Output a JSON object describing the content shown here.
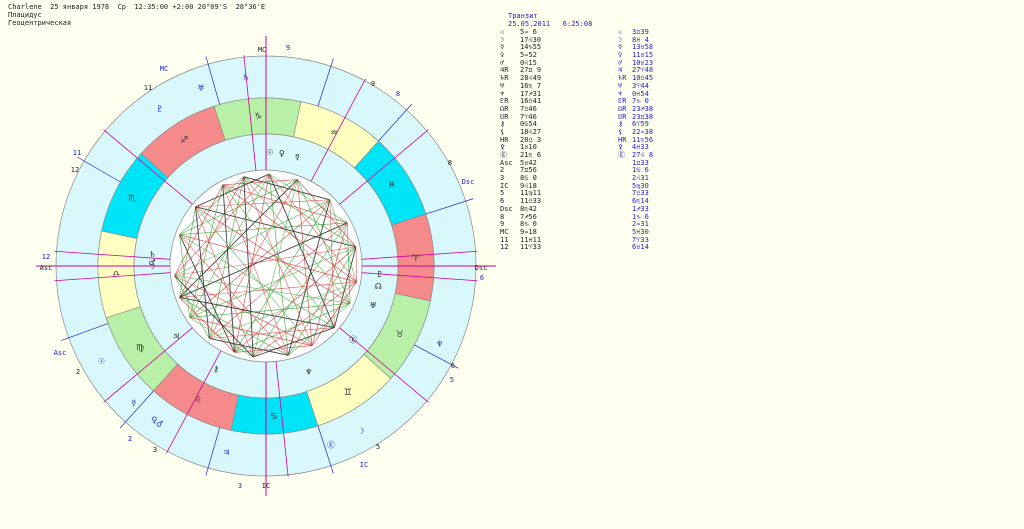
{
  "header": {
    "line1": "Charlene  25 января 1978  Ср  12:35:00 +2:00 20°09'S  28°36'E",
    "line2": "Плацидус",
    "line3": "Геоцентрическая"
  },
  "transit": {
    "title": "Транзит",
    "date": "25.05.2011   6:25:08"
  },
  "colors": {
    "fire": "#f58a8a",
    "earth": "#b8f0a8",
    "air": "#ffffc0",
    "water": "#00e4f8",
    "outer_ring": "#d8f8fc",
    "house_lines": "#d000a0",
    "transit_lines": "#2222cc",
    "aspect_red": "#d02020",
    "aspect_green": "#20a020",
    "aspect_black": "#202020"
  },
  "zodiac": [
    {
      "glyph": "♒",
      "el": "air"
    },
    {
      "glyph": "♑",
      "el": "earth"
    },
    {
      "glyph": "♐",
      "el": "fire"
    },
    {
      "glyph": "♏",
      "el": "water"
    },
    {
      "glyph": "♎",
      "el": "air"
    },
    {
      "glyph": "♍",
      "el": "earth"
    },
    {
      "glyph": "♌",
      "el": "fire"
    },
    {
      "glyph": "♋",
      "el": "water"
    },
    {
      "glyph": "♊",
      "el": "air"
    },
    {
      "glyph": "♉",
      "el": "earth"
    },
    {
      "glyph": "♈",
      "el": "fire"
    },
    {
      "glyph": "♓",
      "el": "water"
    }
  ],
  "natal_rows": [
    [
      "☉",
      "5♒ 6"
    ],
    [
      "☽",
      "17♌30"
    ],
    [
      "☿",
      "14♑55"
    ],
    [
      "♀",
      "5♒52"
    ],
    [
      "♂",
      "0♌15"
    ],
    [
      "♃R",
      "27♊ 9"
    ],
    [
      "♄R",
      "28♌49"
    ],
    [
      "♅",
      "16♏ 7"
    ],
    [
      "♆",
      "17♐31"
    ],
    [
      "♇R",
      "16♎41"
    ],
    [
      "☊R",
      "7♎46"
    ],
    [
      "☋R",
      "7♈46"
    ],
    [
      "⚷",
      "0♋54"
    ],
    [
      "⚸",
      "18♌27"
    ],
    [
      "HR",
      "28♎ 3"
    ],
    [
      "⚴",
      "1♉10"
    ],
    [
      "Ⓔ",
      "21♏ 6"
    ],
    [
      "Asc",
      "5♉42"
    ],
    [
      "2",
      "7♊56"
    ],
    [
      "3",
      "8♋ 0"
    ],
    [
      "IC",
      "9♌18"
    ],
    [
      "5",
      "11♍11"
    ],
    [
      "6",
      "11♎33"
    ],
    [
      "Dsc",
      "8♏42"
    ],
    [
      "8",
      "7♐56"
    ],
    [
      "9",
      "8♑ 0"
    ],
    [
      "MC",
      "9♒18"
    ],
    [
      "11",
      "11♓11"
    ],
    [
      "12",
      "11♈33"
    ]
  ],
  "transit_rows": [
    [
      "☉",
      "3♊39"
    ],
    [
      "☽",
      "8♓ 4"
    ],
    [
      "☿",
      "13♉58"
    ],
    [
      "♀",
      "11♉15"
    ],
    [
      "♂",
      "10♉23"
    ],
    [
      "♃",
      "27♈48"
    ],
    [
      "♄R",
      "10♎45"
    ],
    [
      "♅",
      "3♈44"
    ],
    [
      "♆",
      "0♓54"
    ],
    [
      "♇R",
      "7♑ 0"
    ],
    [
      "☊R",
      "23♐38"
    ],
    [
      "☋R",
      "23♊38"
    ],
    [
      "⚷",
      "6♈59"
    ],
    [
      "⚸",
      "22♒38"
    ],
    [
      "HR",
      "11♏56"
    ],
    [
      "⚴",
      "4♓33"
    ],
    [
      "Ⓔ",
      "27♌ 8"
    ],
    [
      "",
      "1♊33"
    ],
    [
      "",
      "1♋ 6"
    ],
    [
      "",
      "2♌31"
    ],
    [
      "",
      "5♍30"
    ],
    [
      "",
      "7♎33"
    ],
    [
      "",
      "6♏14"
    ],
    [
      "",
      "1♐33"
    ],
    [
      "",
      "1♑ 6"
    ],
    [
      "",
      "2♒31"
    ],
    [
      "",
      "5♓30"
    ],
    [
      "",
      "7♈33"
    ],
    [
      "",
      "6♉14"
    ]
  ],
  "chart_labels": {
    "mc": "MC",
    "ic": "IC",
    "asc": "Asc",
    "dsc": "Dsc",
    "outer_mc": "MC",
    "outer_ic": "IC",
    "outer_asc": "Asc",
    "outer_dsc": "Dsc",
    "natal_house_numbers": [
      "9",
      "8",
      "8",
      "6",
      "5",
      "3",
      "2",
      "12",
      "11",
      "11"
    ],
    "transit_house_numbers": [
      "9",
      "8",
      "Dsc",
      "6",
      "5",
      "IC",
      "3",
      "2",
      "Asc",
      "12",
      "11",
      "MC"
    ]
  }
}
